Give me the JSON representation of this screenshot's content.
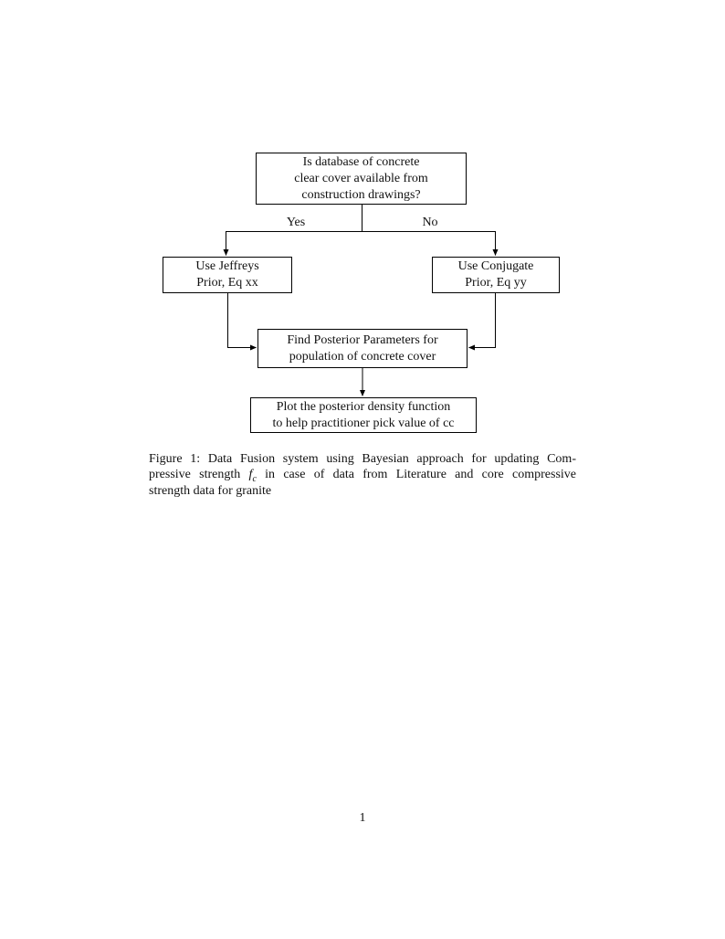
{
  "page": {
    "background_color": "#ffffff",
    "ink_color": "#111111",
    "number": "1"
  },
  "flowchart": {
    "nodes": {
      "decision": {
        "lines": [
          "Is database of concrete",
          "clear cover available from",
          "construction drawings?"
        ]
      },
      "jeffreys": {
        "lines": [
          "Use Jeffreys",
          "Prior, Eq xx"
        ]
      },
      "conjugate": {
        "lines": [
          "Use Conjugate",
          "Prior, Eq yy"
        ]
      },
      "posterior": {
        "lines": [
          "Find Posterior Parameters for",
          "population of concrete cover"
        ]
      },
      "plot": {
        "lines": [
          "Plot the posterior density function",
          "to help practitioner pick value of cc"
        ]
      }
    },
    "edge_labels": {
      "yes": "Yes",
      "no": "No"
    }
  },
  "caption": {
    "line1": "Figure 1: Data Fusion system using Bayesian approach for updating Com-",
    "line2_pre": "pressive strength",
    "math_base": "f",
    "math_sub": "c",
    "line2_post": "in case of data from Literature and core compressive",
    "line3": "strength data for granite"
  }
}
